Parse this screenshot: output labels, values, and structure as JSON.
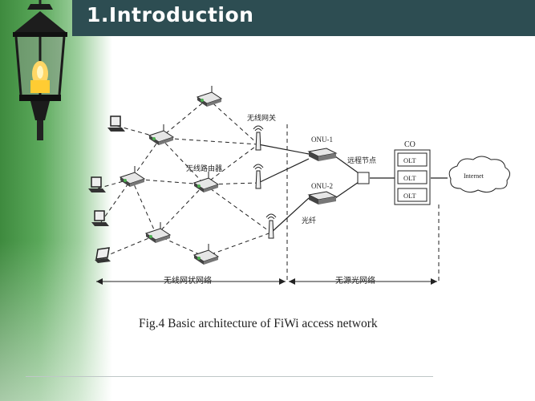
{
  "slide": {
    "title": "1.Introduction",
    "caption": "Fig.4  Basic architecture of FiWi access network"
  },
  "diagram": {
    "labels": {
      "wireless_gateway": "无线网关",
      "wireless_router": "无线路由器",
      "onu1": "ONU-1",
      "onu2": "ONU-2",
      "remote_node": "远程节点",
      "fiber": "光纤",
      "co": "CO",
      "olt1": "OLT",
      "olt2": "OLT",
      "olt3": "OLT",
      "internet": "Internet",
      "wireless_mesh": "无线网状网络",
      "passive_optical": "无源光网络"
    }
  },
  "colors": {
    "header": "#2d4d52",
    "accent_green": "#3e8a3e"
  }
}
